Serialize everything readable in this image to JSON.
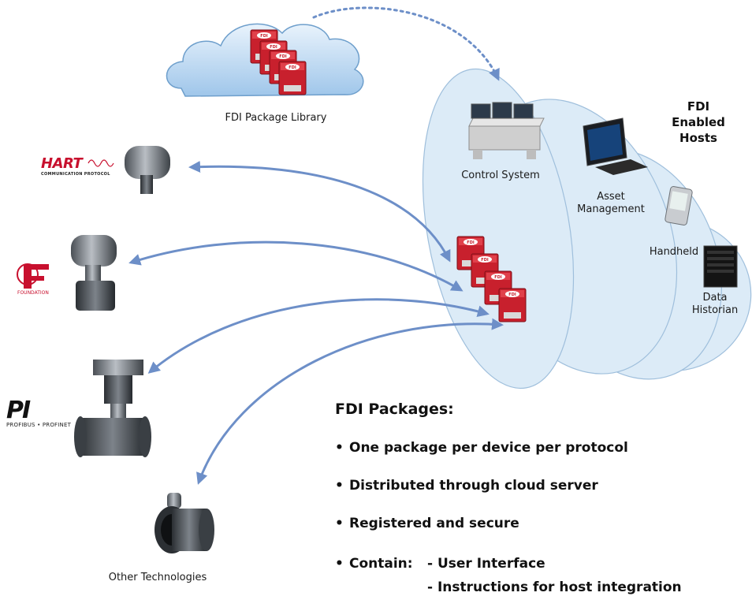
{
  "labels": {
    "library": "FDI Package Library",
    "hosts_title_line1": "FDI Enabled",
    "hosts_title_line2": "Hosts",
    "control_system": "Control System",
    "asset_line1": "Asset",
    "asset_line2": "Management",
    "handheld": "Handheld",
    "historian_line1": "Data",
    "historian_line2": "Historian",
    "other_tech": "Other Technologies"
  },
  "logos": {
    "hart": "HART",
    "hart_sub": "COMMUNICATION PROTOCOL",
    "foundation": "FOUNDATION",
    "pi": "PI",
    "pi_sub": "PROFIBUS • PROFINET",
    "fdi_badge": "FDI"
  },
  "packages": {
    "title": "FDI Packages:",
    "bullets": [
      "One package per device per protocol",
      "Distributed through cloud server",
      "Registered and secure",
      "Contain:"
    ],
    "contain_items": [
      "- User Interface",
      "- Instructions for host integration"
    ]
  },
  "colors": {
    "arrow": "#6d8fc8",
    "ellipse_fill": "#dcebf7",
    "ellipse_stroke": "#9fbfdc",
    "fdi_red": "#c8202d",
    "cloud_fill": "#bcd9f3"
  },
  "icons": [
    "cloud-icon",
    "control-system-icon",
    "monitor-icon",
    "handheld-icon",
    "server-icon",
    "transmitter-icon",
    "valve-icon",
    "flowmeter-icon",
    "fdi-package-icon"
  ]
}
